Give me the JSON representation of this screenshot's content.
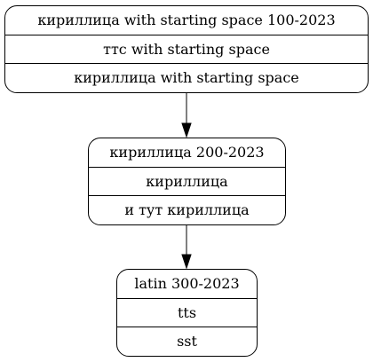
{
  "nodes": [
    {
      "rows": [
        "кириллица with starting space 100-2023",
        "ттс with starting space",
        "кириллица with starting space"
      ]
    },
    {
      "rows": [
        "кириллица 200-2023",
        "кириллица",
        "и тут кириллица"
      ]
    },
    {
      "rows": [
        "latin 300-2023",
        "tts",
        "sst"
      ]
    }
  ],
  "edges": [
    {
      "from": 0,
      "to": 1
    },
    {
      "from": 1,
      "to": 2
    }
  ],
  "colors": {
    "stroke": "#000000",
    "background": "#ffffff"
  }
}
